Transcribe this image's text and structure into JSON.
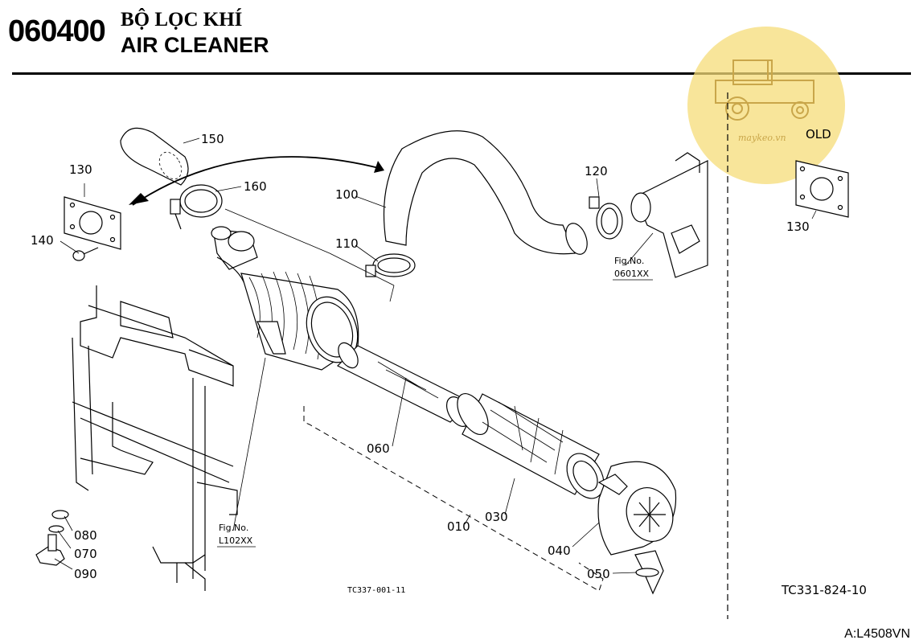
{
  "header": {
    "code": "060400",
    "title_vn": "BỘ LỌC KHÍ",
    "title_en": "AIR CLEANER"
  },
  "parts": {
    "p010": "010",
    "p030": "030",
    "p040": "040",
    "p050": "050",
    "p060": "060",
    "p070": "070",
    "p080": "080",
    "p090": "090",
    "p100": "100",
    "p110": "110",
    "p120": "120",
    "p130": "130",
    "p130_old": "130",
    "p140": "140",
    "p150": "150",
    "p160": "160"
  },
  "refs": {
    "fig1_label": "Fig.No.",
    "fig1_value": "0601XX",
    "fig2_label": "Fig.No.",
    "fig2_value": "L102XX",
    "old_label": "OLD",
    "drawing_main": "TC337-001-11",
    "drawing_side": "TC331-824-10",
    "page_ref": "A:L4508VN"
  },
  "watermark": {
    "text": "maykeo.vn",
    "color": "#f6dc78"
  }
}
